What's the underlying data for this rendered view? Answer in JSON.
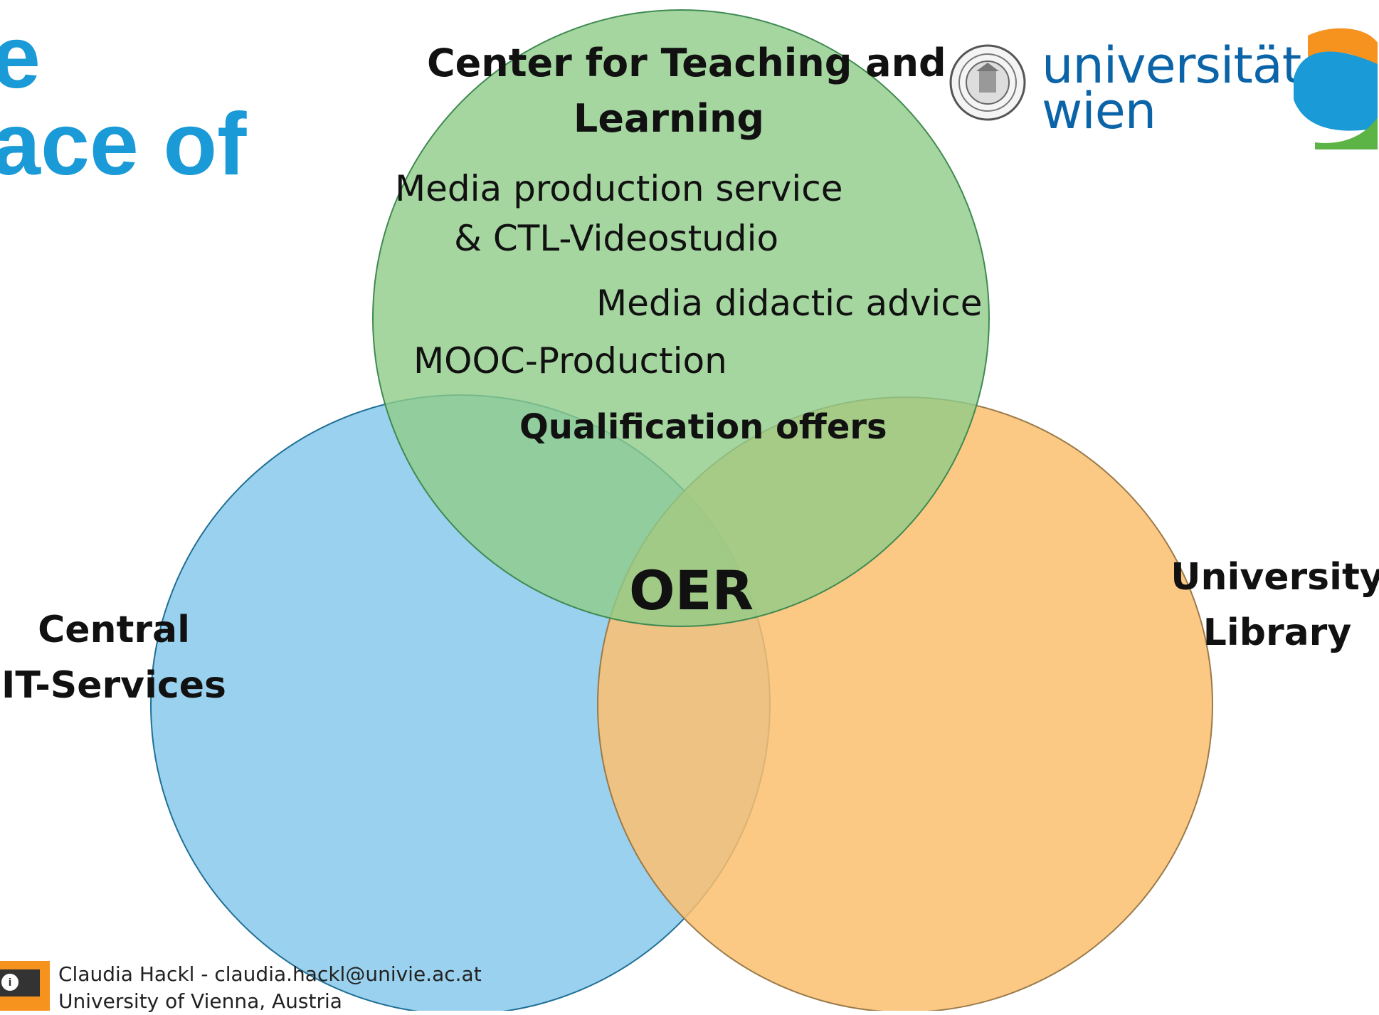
{
  "slide": {
    "title_lines": [
      "e",
      "ace of"
    ]
  },
  "diagram": {
    "top_circle": {
      "title": "Center for Teaching and\nLearning",
      "items": [
        "Media production service",
        "& CTL-Videostudio",
        "Media didactic advice",
        "MOOC-Production"
      ],
      "color": "#8fcc88"
    },
    "top_left_overlap_label": "Qualification offers",
    "center_label": "OER",
    "left_circle": {
      "title": "Central\nIT-Services",
      "color": "#88c9eb"
    },
    "right_circle": {
      "title": "University\nLibrary",
      "color": "#fbc06f"
    }
  },
  "logos": {
    "university": "universität\nwien"
  },
  "footer": {
    "author_line": "Claudia Hackl - claudia.hackl@univie.ac.at",
    "affiliation_line": "University of Vienna, Austria"
  }
}
